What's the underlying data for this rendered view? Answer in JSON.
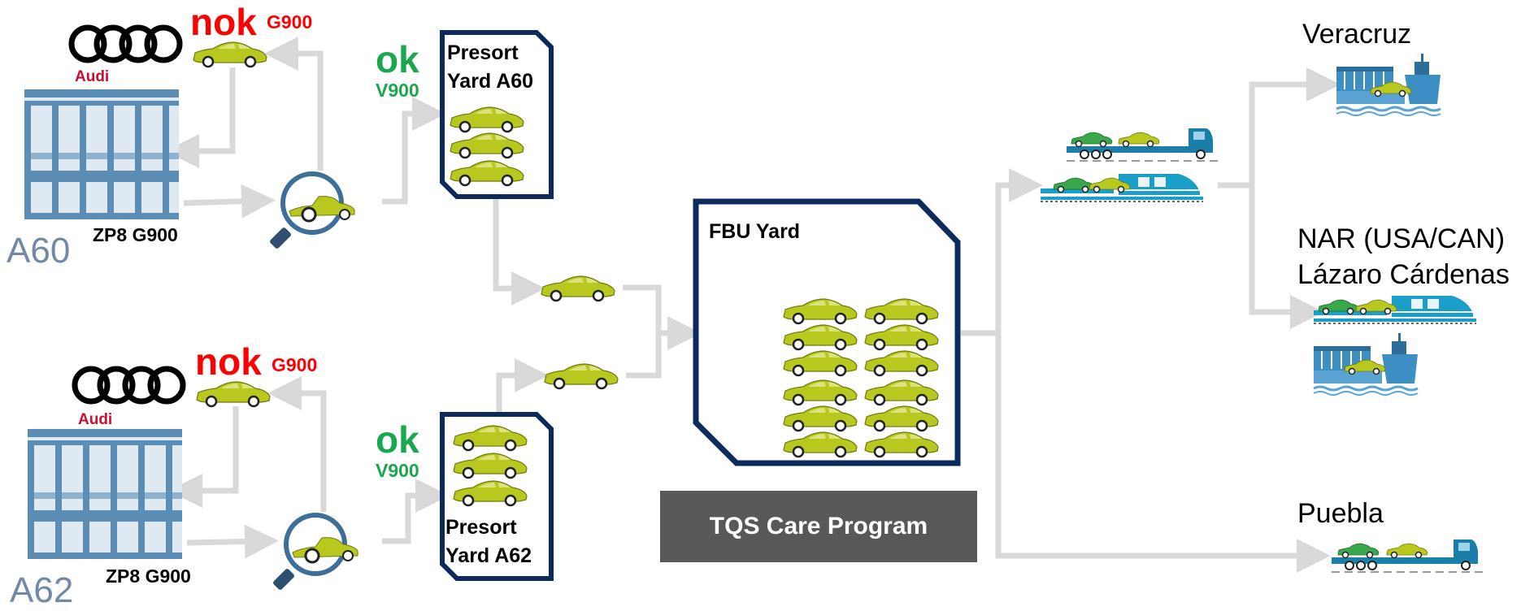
{
  "plants": [
    {
      "name": "A60",
      "model": "ZP8 G900",
      "brand": "Audi",
      "nok": "nok",
      "nok_code": "G900",
      "ok": "ok",
      "ok_code": "V900",
      "yard": [
        "Presort",
        "Yard A60"
      ]
    },
    {
      "name": "A62",
      "model": "ZP8 G900",
      "brand": "Audi",
      "nok": "nok",
      "nok_code": "G900",
      "ok": "ok",
      "ok_code": "V900",
      "yard": [
        "Presort",
        "Yard A62"
      ]
    }
  ],
  "fbu": {
    "label": "FBU Yard"
  },
  "program": {
    "label": "TQS Care Program"
  },
  "destinations": {
    "veracruz": "Veracruz",
    "nar_line1": "NAR (USA/CAN)",
    "nar_line2": "Lázaro Cárdenas",
    "puebla": "Puebla"
  },
  "colors": {
    "car": "#b9c81e",
    "yard_border": "#0d2a5c",
    "arrow": "#d9d9d9",
    "building": "#5b8db5",
    "truck": "#1b7ea8",
    "ship": "#3d8ec3",
    "program_box": "#585858",
    "nok": "#ff0000",
    "ok": "#1aa84f",
    "plant_label": "#7189a6"
  }
}
